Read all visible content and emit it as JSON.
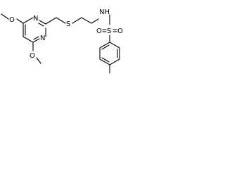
{
  "molecule": {
    "atoms": {
      "o_top": "O",
      "n_ring_top": "N",
      "n_ring_bottom": "N",
      "o_bottom": "O",
      "s_thioether": "S",
      "nh": "NH",
      "s_sulfonyl": "S",
      "o_sulfonyl_left": "O",
      "o_sulfonyl_right": "O"
    }
  }
}
